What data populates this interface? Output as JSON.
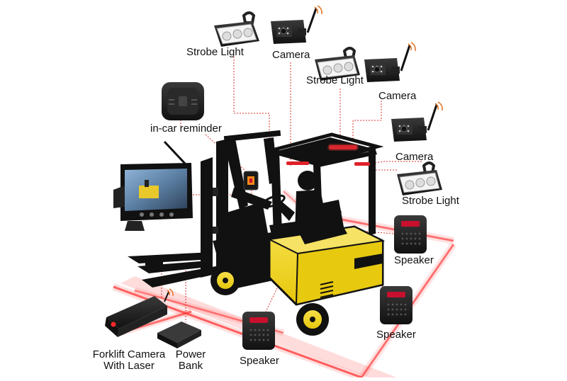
{
  "labels": {
    "strobe_light_1": "Strobe Light",
    "camera_1": "Camera",
    "strobe_light_2": "Strobe Light",
    "camera_2": "Camera",
    "in_car_reminder": "in-car reminder",
    "camera_3": "Camera",
    "strobe_light_3": "Strobe Light",
    "speaker_1": "Speaker",
    "speaker_2": "Speaker",
    "speaker_3": "Speaker",
    "forklift_camera_line1": "Forklift Camera",
    "forklift_camera_line2": "With Laser",
    "power_bank_line1": "Power",
    "power_bank_line2": "Bank"
  },
  "colors": {
    "forklift_body": "#111111",
    "forklift_yellow": "#f2d81b",
    "laser_red": "#e0202a",
    "leader_line": "#d9332e",
    "device_dark": "#1c1c1c"
  }
}
